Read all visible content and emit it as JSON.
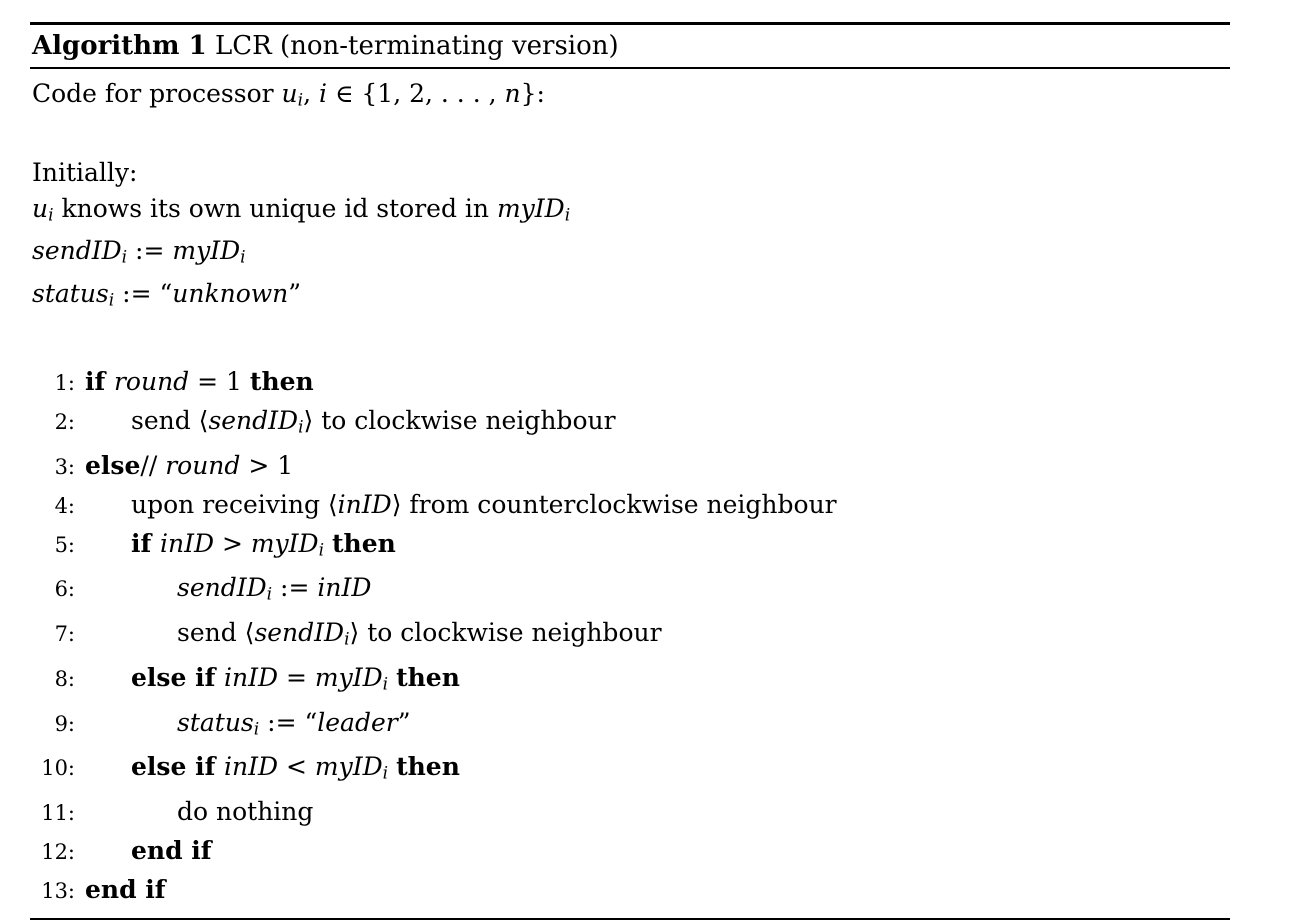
{
  "page": {
    "background_color": "#ffffff",
    "text_color": "#000000",
    "rule_color": "#000000"
  },
  "algorithm": {
    "header": {
      "label": "Algorithm 1",
      "title": "LCR (non-terminating version)"
    },
    "intro": [
      {
        "t": "Code for processor ",
        "s": "r"
      },
      {
        "t": "u",
        "s": "i"
      },
      {
        "t": "i",
        "s": "sub"
      },
      {
        "t": ", ",
        "s": "r"
      },
      {
        "t": "i",
        "s": "i"
      },
      {
        "t": " ∈ {1, 2, . . . , ",
        "s": "r"
      },
      {
        "t": "n",
        "s": "i"
      },
      {
        "t": "}:",
        "s": "r"
      }
    ],
    "preamble": [
      [
        {
          "t": "Initially:",
          "s": "r"
        }
      ],
      [
        {
          "t": "u",
          "s": "i"
        },
        {
          "t": "i",
          "s": "sub"
        },
        {
          "t": " knows its own unique id stored in ",
          "s": "r"
        },
        {
          "t": "myID",
          "s": "i"
        },
        {
          "t": "i",
          "s": "sub"
        }
      ],
      [
        {
          "t": "sendID",
          "s": "i"
        },
        {
          "t": "i",
          "s": "sub"
        },
        {
          "t": " := ",
          "s": "r"
        },
        {
          "t": "myID",
          "s": "i"
        },
        {
          "t": "i",
          "s": "sub"
        }
      ],
      [
        {
          "t": "status",
          "s": "i"
        },
        {
          "t": "i",
          "s": "sub"
        },
        {
          "t": " := “",
          "s": "r"
        },
        {
          "t": "unknown",
          "s": "i"
        },
        {
          "t": "”",
          "s": "r"
        }
      ]
    ],
    "code_lines": [
      {
        "number": "1:",
        "indent": 0,
        "segments": [
          {
            "t": "if ",
            "s": "b"
          },
          {
            "t": "round",
            "s": "i"
          },
          {
            "t": " = 1 ",
            "s": "r"
          },
          {
            "t": "then",
            "s": "b"
          }
        ]
      },
      {
        "number": "2:",
        "indent": 1,
        "segments": [
          {
            "t": "send ⟨",
            "s": "r"
          },
          {
            "t": "sendID",
            "s": "i"
          },
          {
            "t": "i",
            "s": "sub"
          },
          {
            "t": "⟩ to clockwise neighbour",
            "s": "r"
          }
        ]
      },
      {
        "number": "3:",
        "indent": 0,
        "segments": [
          {
            "t": "else",
            "s": "b"
          },
          {
            "t": "// ",
            "s": "r"
          },
          {
            "t": "round",
            "s": "i"
          },
          {
            "t": " > 1",
            "s": "r"
          }
        ]
      },
      {
        "number": "4:",
        "indent": 1,
        "segments": [
          {
            "t": "upon receiving ⟨",
            "s": "r"
          },
          {
            "t": "inID",
            "s": "i"
          },
          {
            "t": "⟩ from counterclockwise neighbour",
            "s": "r"
          }
        ]
      },
      {
        "number": "5:",
        "indent": 1,
        "segments": [
          {
            "t": "if ",
            "s": "b"
          },
          {
            "t": "inID",
            "s": "i"
          },
          {
            "t": " > ",
            "s": "r"
          },
          {
            "t": "myID",
            "s": "i"
          },
          {
            "t": "i",
            "s": "sub"
          },
          {
            "t": " ",
            "s": "r"
          },
          {
            "t": "then",
            "s": "b"
          }
        ]
      },
      {
        "number": "6:",
        "indent": 2,
        "segments": [
          {
            "t": "sendID",
            "s": "i"
          },
          {
            "t": "i",
            "s": "sub"
          },
          {
            "t": " := ",
            "s": "r"
          },
          {
            "t": "inID",
            "s": "i"
          }
        ]
      },
      {
        "number": "7:",
        "indent": 2,
        "segments": [
          {
            "t": "send ⟨",
            "s": "r"
          },
          {
            "t": "sendID",
            "s": "i"
          },
          {
            "t": "i",
            "s": "sub"
          },
          {
            "t": "⟩ to clockwise neighbour",
            "s": "r"
          }
        ]
      },
      {
        "number": "8:",
        "indent": 1,
        "segments": [
          {
            "t": "else if ",
            "s": "b"
          },
          {
            "t": "inID",
            "s": "i"
          },
          {
            "t": " = ",
            "s": "r"
          },
          {
            "t": "myID",
            "s": "i"
          },
          {
            "t": "i",
            "s": "sub"
          },
          {
            "t": " ",
            "s": "r"
          },
          {
            "t": "then",
            "s": "b"
          }
        ]
      },
      {
        "number": "9:",
        "indent": 2,
        "segments": [
          {
            "t": "status",
            "s": "i"
          },
          {
            "t": "i",
            "s": "sub"
          },
          {
            "t": " := “",
            "s": "r"
          },
          {
            "t": "leader",
            "s": "i"
          },
          {
            "t": "”",
            "s": "r"
          }
        ]
      },
      {
        "number": "10:",
        "indent": 1,
        "segments": [
          {
            "t": "else if ",
            "s": "b"
          },
          {
            "t": "inID",
            "s": "i"
          },
          {
            "t": " < ",
            "s": "r"
          },
          {
            "t": "myID",
            "s": "i"
          },
          {
            "t": "i",
            "s": "sub"
          },
          {
            "t": " ",
            "s": "r"
          },
          {
            "t": "then",
            "s": "b"
          }
        ]
      },
      {
        "number": "11:",
        "indent": 2,
        "segments": [
          {
            "t": "do nothing",
            "s": "r"
          }
        ]
      },
      {
        "number": "12:",
        "indent": 1,
        "segments": [
          {
            "t": "end if",
            "s": "b"
          }
        ]
      },
      {
        "number": "13:",
        "indent": 0,
        "segments": [
          {
            "t": "end if",
            "s": "b"
          }
        ]
      }
    ]
  }
}
